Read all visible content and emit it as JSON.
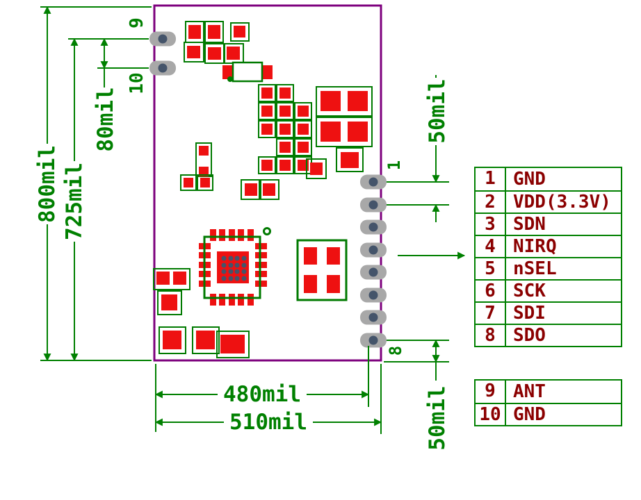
{
  "colors": {
    "dim-green": "#008000",
    "board-purple": "#7d007d",
    "pad-red": "#ee1111",
    "silk-green": "#007a00",
    "pad-gray": "#a8a8a8",
    "hole-blue": "#44546a",
    "table-text": "#8b0000",
    "table-border": "#008000",
    "bg": "#ffffff"
  },
  "dimensions": {
    "board_height": "800mil",
    "pin9_to_bottom": "725mil",
    "pin9_to_pin10": "80mil",
    "pad_row_width": "480mil",
    "board_width": "510mil",
    "pin_pitch_top": "50mil",
    "pin8_to_edge": "50mil"
  },
  "pin_callouts": {
    "pin9": "9",
    "pin10": "10",
    "pin1": "1",
    "pin8": "8"
  },
  "pin_table_main": {
    "rows": [
      {
        "pin": "1",
        "signal": "GND"
      },
      {
        "pin": "2",
        "signal": "VDD(3.3V)"
      },
      {
        "pin": "3",
        "signal": "SDN"
      },
      {
        "pin": "4",
        "signal": "NIRQ"
      },
      {
        "pin": "5",
        "signal": "nSEL"
      },
      {
        "pin": "6",
        "signal": "SCK"
      },
      {
        "pin": "7",
        "signal": "SDI"
      },
      {
        "pin": "8",
        "signal": "SDO"
      }
    ]
  },
  "pin_table_ant": {
    "rows": [
      {
        "pin": "9",
        "signal": "ANT"
      },
      {
        "pin": "10",
        "signal": "GND"
      }
    ]
  }
}
